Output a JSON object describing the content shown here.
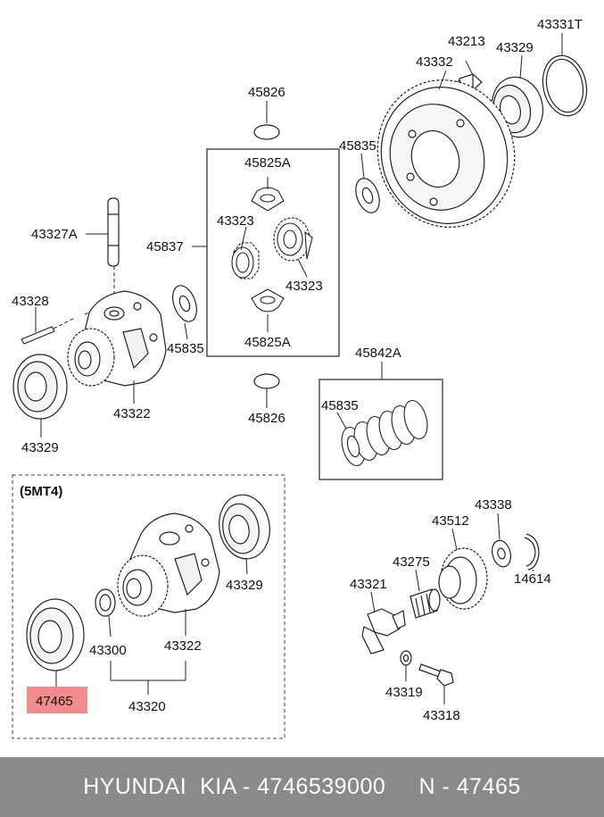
{
  "labels": {
    "p43331t": "43331T",
    "p43213": "43213",
    "p43329_top": "43329",
    "p43332": "43332",
    "p45826_top": "45826",
    "p45835_right": "45835",
    "p45825a_top": "45825A",
    "p43323_left": "43323",
    "p45837": "45837",
    "p43327a": "43327A",
    "p43328": "43328",
    "p43323_right": "43323",
    "p45835_mid": "45835",
    "p45825a_bottom": "45825A",
    "p45842a": "45842A",
    "p43322_top": "43322",
    "p45826_bottom": "45826",
    "p45835_kit": "45835",
    "p43329_left": "43329",
    "p5mt4": "(5MT4)",
    "p43338": "43338",
    "p43512": "43512",
    "p43329_lower": "43329",
    "p43275": "43275",
    "p14614": "14614",
    "p43321": "43321",
    "p43300": "43300",
    "p43322_lower": "43322",
    "p47465": "47465",
    "p43320": "43320",
    "p43319": "43319",
    "p43318": "43318"
  },
  "highlight": {
    "part": "47465",
    "color": "#f28b8b"
  },
  "footer": {
    "text": "HYUNDAI  KIA - 4746539000     N - 47465"
  }
}
